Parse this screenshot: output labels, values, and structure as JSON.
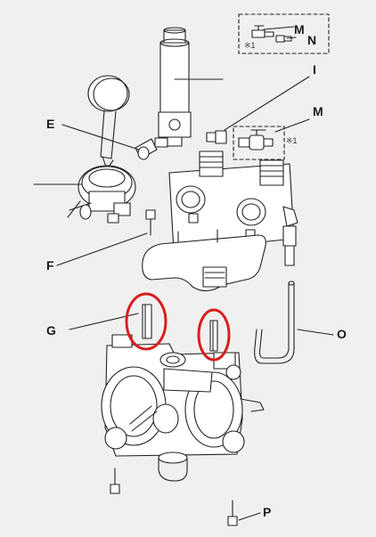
{
  "callouts": {
    "M_top": "M",
    "N": "N",
    "I": "I",
    "M_mid": "M",
    "E": "E",
    "F": "F",
    "G": "G",
    "O": "O",
    "P": "P"
  },
  "notes": {
    "inset_top": "※1",
    "inset_mid": "※1"
  },
  "colors": {
    "background": "#f0f0f0",
    "line": "#222222",
    "highlight": "#d91c1c"
  }
}
